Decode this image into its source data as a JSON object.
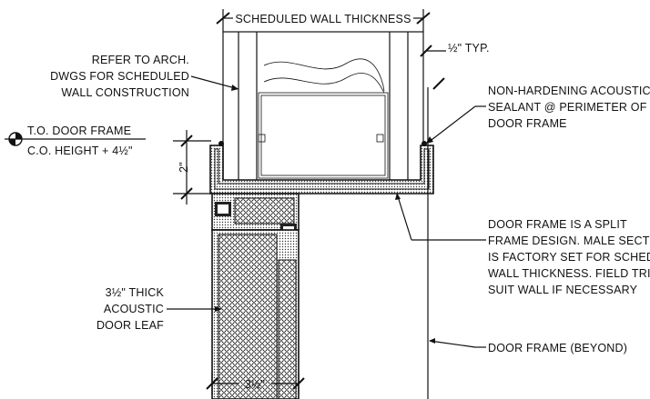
{
  "labels": {
    "scheduled_wall_thickness": "SCHEDULED WALL THICKNESS",
    "half_inch_typ": "½\" TYP.",
    "refer_arch": [
      "REFER TO ARCH.",
      "DWGS FOR SCHEDULED",
      "WALL CONSTRUCTION"
    ],
    "sealant": [
      "NON-HARDENING ACOUSTIC",
      "SEALANT @ PERIMETER OF",
      "DOOR FRAME"
    ],
    "to_door_frame": "T.O. DOOR FRAME",
    "co_height": "C.O. HEIGHT + 4½\"",
    "two_inch": "2\"",
    "split_frame": [
      "DOOR FRAME IS A SPLIT",
      "FRAME DESIGN.  MALE SECTION",
      "IS FACTORY SET FOR SCHEDULED",
      "WALL THICKNESS. FIELD TRIM TO",
      "SUIT WALL IF NECESSARY"
    ],
    "door_leaf": [
      "3½\" THICK",
      "ACOUSTIC",
      "DOOR LEAF"
    ],
    "door_frame_beyond": "DOOR FRAME (BEYOND)",
    "leaf_width": "3½\""
  }
}
